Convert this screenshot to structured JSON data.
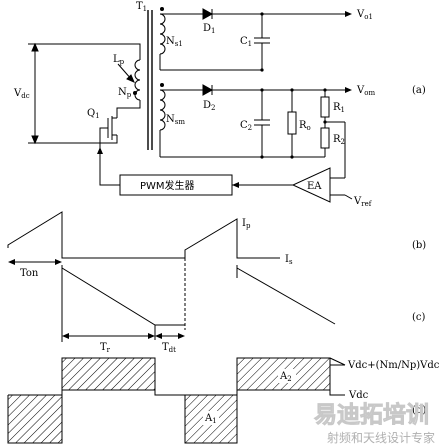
{
  "circuit": {
    "transformer": "T",
    "transformer_sub": "1",
    "primary_inductance": "L",
    "primary_inductance_sub": "p",
    "primary_turns": "N",
    "primary_turns_sub": "p",
    "secondary1_turns": "N",
    "secondary1_turns_sub": "s1",
    "secondary2_turns": "N",
    "secondary2_turns_sub": "sm",
    "diode1": "D",
    "diode1_sub": "1",
    "diode2": "D",
    "diode2_sub": "2",
    "cap1": "C",
    "cap1_sub": "1",
    "cap2": "C",
    "cap2_sub": "2",
    "load": "R",
    "load_sub": "o",
    "r1": "R",
    "r1_sub": "1",
    "r2": "R",
    "r2_sub": "2",
    "switch": "Q",
    "switch_sub": "1",
    "input_voltage": "V",
    "input_voltage_sub": "dc",
    "output1": "V",
    "output1_sub": "o1",
    "output2": "V",
    "output2_sub": "om",
    "pwm_block": "PWM发生器",
    "error_amp": "EA",
    "vref": "V",
    "vref_sub": "ref",
    "panel_label": "(a)"
  },
  "waveform_b": {
    "ip": "I",
    "ip_sub": "p",
    "is": "I",
    "is_sub": "s",
    "ton": "Ton",
    "panel_label": "(b)"
  },
  "waveform_c": {
    "tr": "T",
    "tr_sub": "r",
    "tdt": "T",
    "tdt_sub": "dt",
    "panel_label": "(c)"
  },
  "waveform_d": {
    "top_level": "Vdc+(Nm/Np)Vdc",
    "vdc": "Vdc",
    "a1": "A",
    "a1_sub": "1",
    "a2": "A",
    "a2_sub": "2",
    "panel_label": "(d)"
  },
  "watermark": {
    "main": "易迪拓培训",
    "sub": "射频和天线设计专家"
  }
}
